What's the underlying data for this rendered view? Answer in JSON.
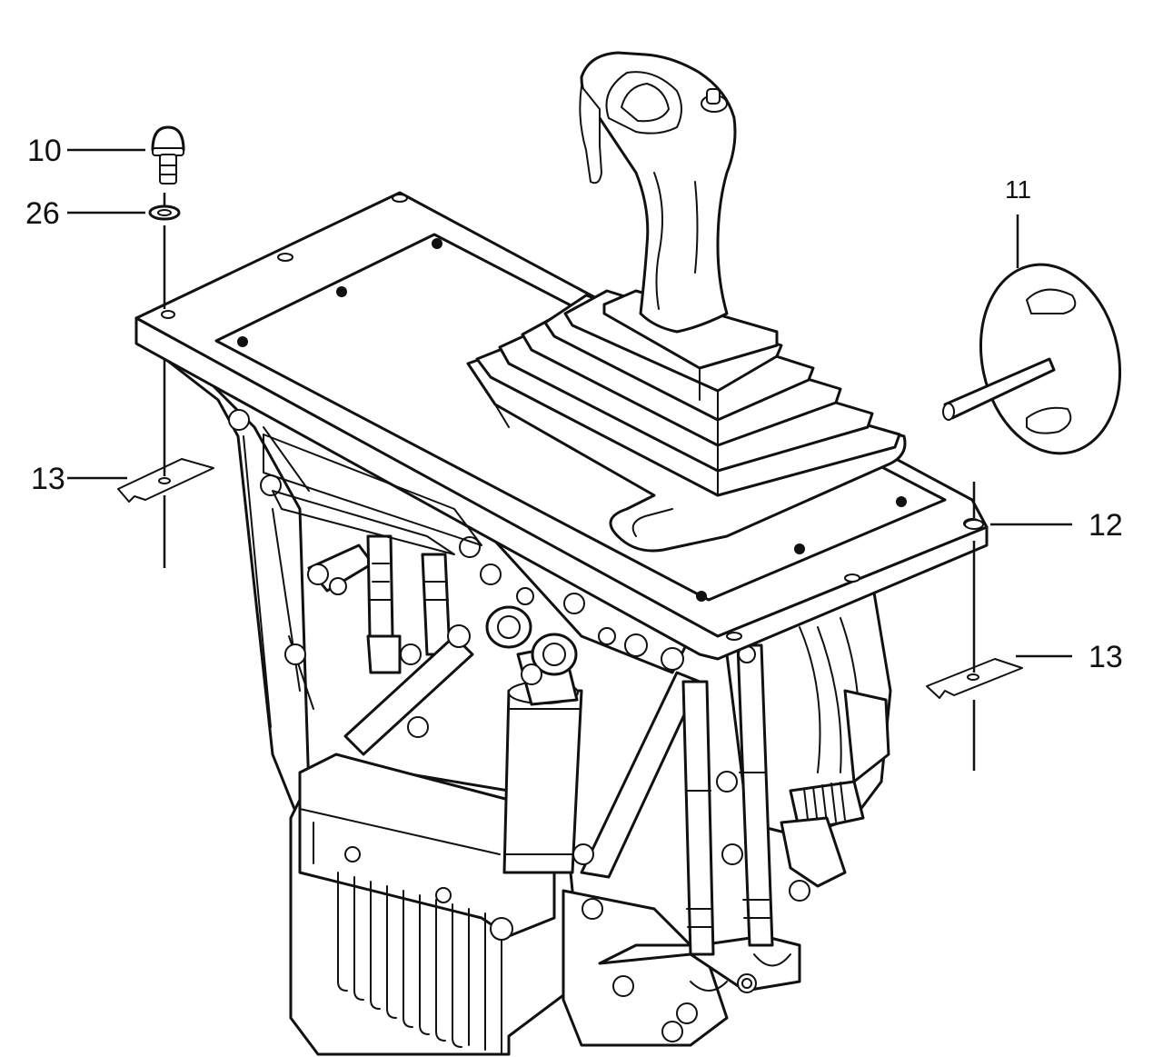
{
  "callouts": {
    "part_10": "10",
    "part_26": "26",
    "part_13_left": "13",
    "part_11": "11",
    "part_12": "12",
    "part_13_right": "13"
  },
  "colors": {
    "line": "#111111",
    "background": "#ffffff"
  }
}
